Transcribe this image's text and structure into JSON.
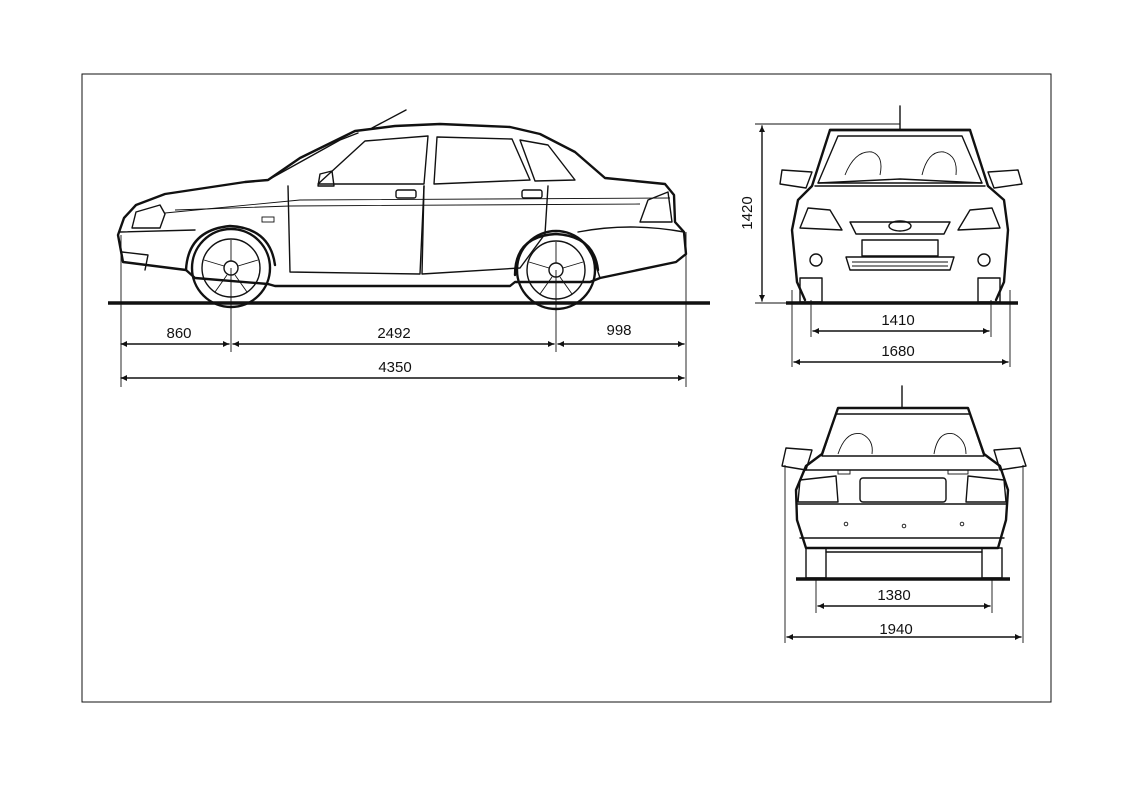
{
  "dimensions": {
    "front_overhang": "860",
    "wheelbase": "2492",
    "rear_overhang": "998",
    "overall_length": "4350",
    "overall_height": "1420",
    "front_track": "1410",
    "front_view_width": "1680",
    "rear_track": "1380",
    "overall_width_mirrors": "1940"
  },
  "colors": {
    "line": "#111111",
    "background": "#ffffff"
  },
  "icons": {
    "front_badge": "lada-logo-icon"
  }
}
